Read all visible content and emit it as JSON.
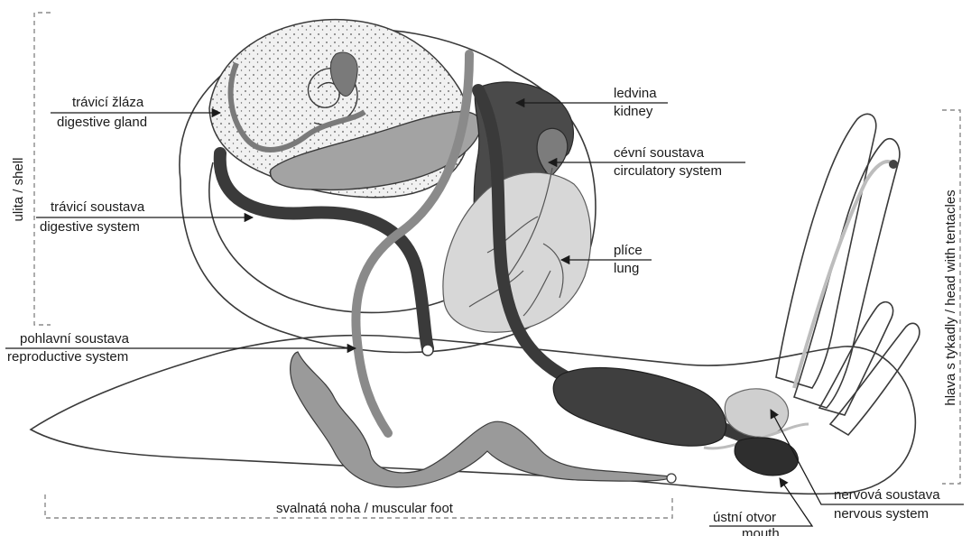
{
  "labels": {
    "digestive_gland_cz": "trávicí žláza",
    "digestive_gland_en": "digestive gland",
    "digestive_system_cz": "trávicí soustava",
    "digestive_system_en": "digestive system",
    "reproductive_system_cz": "pohlavní soustava",
    "reproductive_system_en": "reproductive system",
    "kidney_cz": "ledvina",
    "kidney_en": "kidney",
    "circulatory_system_cz": "cévní soustava",
    "circulatory_system_en": "circulatory system",
    "lung_cz": "plíce",
    "lung_en": "lung",
    "nervous_system_cz": "nervová soustava",
    "nervous_system_en": "nervous system",
    "mouth_cz": "ústní otvor",
    "mouth_en": "mouth"
  },
  "regions": {
    "shell": "ulita / shell",
    "muscular_foot": "svalnatá noha / muscular foot",
    "head_with_tentacles": "hlava s tykadly / head with tentacles"
  },
  "colors": {
    "dark_organ": "#3c3c3c",
    "mid_organ": "#8e8e8e",
    "light_organ": "#cfcfcf",
    "bracket": "#8a8a8a"
  }
}
